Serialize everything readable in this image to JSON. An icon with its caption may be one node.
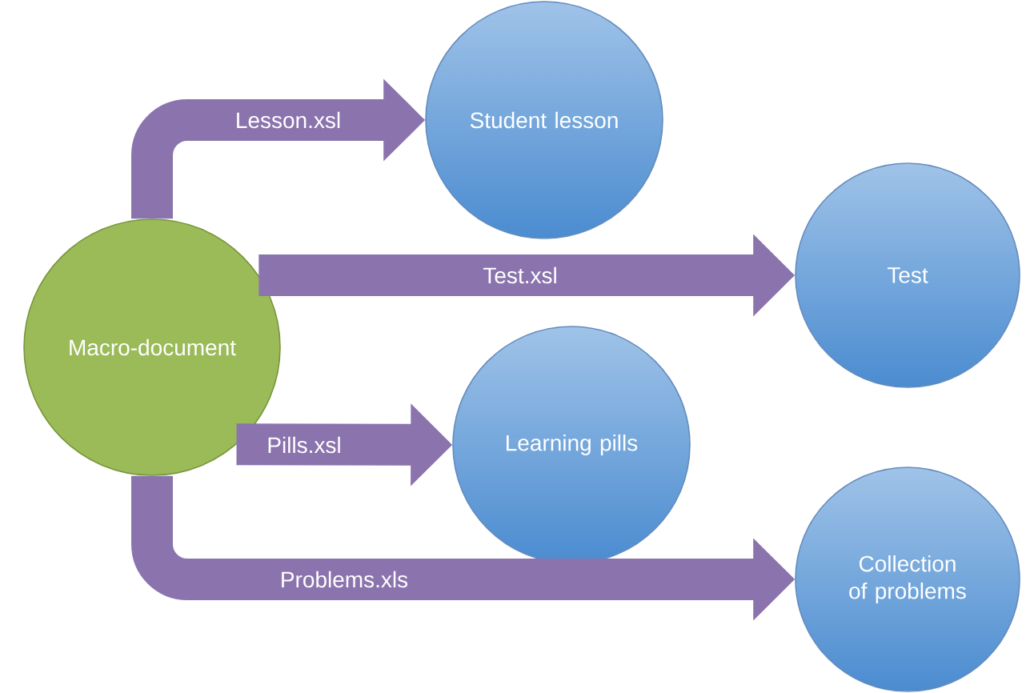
{
  "diagram": {
    "nodes": [
      {
        "text": [
          "Macro-document"
        ]
      },
      {
        "text": [
          "Student lesson"
        ]
      },
      {
        "text": [
          "Test"
        ]
      },
      {
        "text": [
          "Learning pills"
        ]
      },
      {
        "text": [
          "Collection of problems"
        ]
      }
    ],
    "edges": [
      {
        "from": 0,
        "to": 1,
        "arrow": "to",
        "label": "Lesson.xsl"
      },
      {
        "from": 0,
        "to": 2,
        "arrow": "to",
        "label": "Test.xsl"
      },
      {
        "from": 0,
        "to": 3,
        "arrow": "to",
        "label": "Pills.xsl"
      },
      {
        "from": 0,
        "to": 4,
        "arrow": "to",
        "label": "Problems.xls"
      }
    ]
  }
}
